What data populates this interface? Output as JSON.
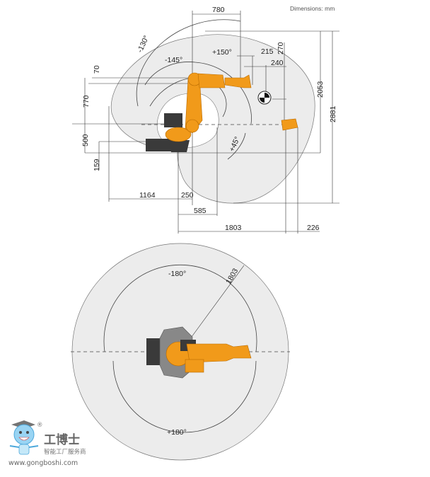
{
  "header": {
    "units_note": "Dimensions: mm"
  },
  "side_view": {
    "dims": {
      "d780": "780",
      "a_minus130": "-130°",
      "a_plus150": "+150°",
      "d215": "215",
      "d270": "270",
      "a_minus145": "-145°",
      "d240": "240",
      "d70": "70",
      "d770": "770",
      "d2053": "2053",
      "d2881": "2881",
      "d500": "500",
      "a_plus45": "+45°",
      "d159": "159",
      "d1164": "1164",
      "d250": "250",
      "d585": "585",
      "d1803": "1803",
      "d226": "226"
    }
  },
  "top_view": {
    "a_minus180": "-180°",
    "d1803": "1803",
    "a_plus180": "+180°"
  },
  "watermark": {
    "brand": "工博士",
    "tagline": "智能工厂服务商",
    "url": "www.gongboshi.com",
    "registered": "®"
  },
  "colors": {
    "robot": "#f19a1a",
    "envelope": "#ececec",
    "base": "#3a3a3a"
  }
}
